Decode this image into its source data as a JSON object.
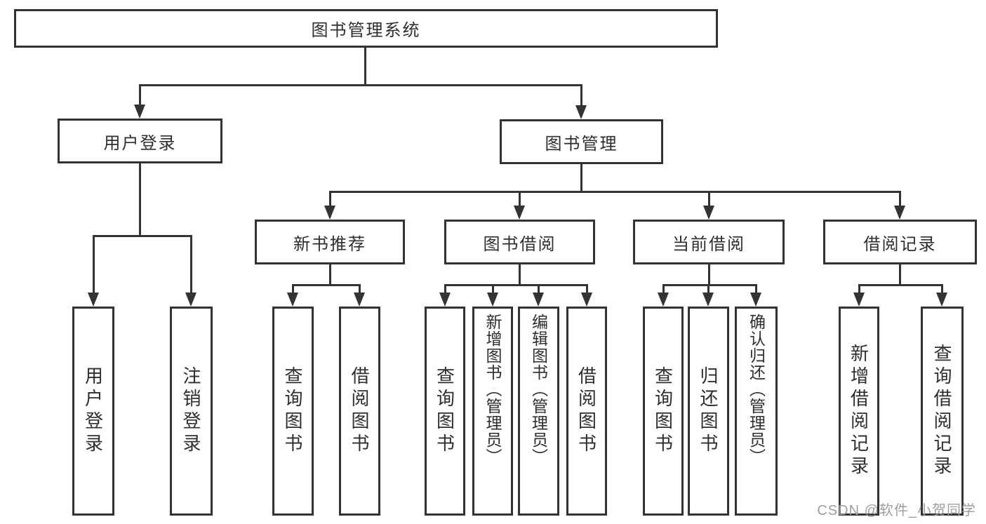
{
  "style": {
    "line_color": "#333333",
    "text_color": "#2e2e2e",
    "box_background": "#ffffff",
    "page_background": "#ffffff",
    "watermark_color": "#9e9e9e"
  },
  "watermark": {
    "text": "CSDN @软件_小贺同学"
  },
  "tree": {
    "root": {
      "label": "图书管理系统"
    },
    "branches": [
      {
        "label": "用户登录",
        "children": [
          {
            "label": "用户登录"
          },
          {
            "label": "注销登录"
          }
        ]
      },
      {
        "label": "图书管理",
        "children": [
          {
            "label": "新书推荐",
            "children": [
              {
                "label": "查询图书"
              },
              {
                "label": "借阅图书"
              }
            ]
          },
          {
            "label": "图书借阅",
            "children": [
              {
                "label": "查询图书"
              },
              {
                "label": "新增图书（管理员）"
              },
              {
                "label": "编辑图书（管理员）"
              },
              {
                "label": "借阅图书"
              }
            ]
          },
          {
            "label": "当前借阅",
            "children": [
              {
                "label": "查询图书"
              },
              {
                "label": "归还图书"
              },
              {
                "label": "确认归还（管理员）"
              }
            ]
          },
          {
            "label": "借阅记录",
            "children": [
              {
                "label": "新增借阅记录"
              },
              {
                "label": "查询借阅记录"
              }
            ]
          }
        ]
      }
    ]
  }
}
